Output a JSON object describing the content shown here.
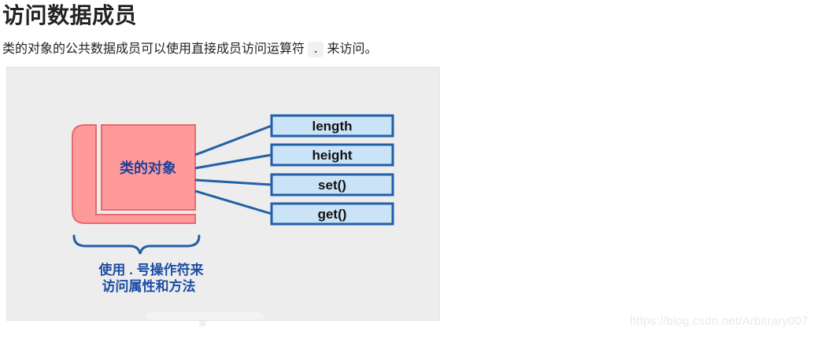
{
  "page": {
    "heading": "访问数据成员",
    "paragraph_before": "类的对象的公共数据成员可以使用直接成员访问运算符",
    "inline_code": ".",
    "paragraph_after": "来访问。"
  },
  "diagram": {
    "object_label": "类的对象",
    "members": [
      {
        "label": "length",
        "kind": "attribute"
      },
      {
        "label": "height",
        "kind": "attribute"
      },
      {
        "label": "set()",
        "kind": "method"
      },
      {
        "label": "get()",
        "kind": "method"
      }
    ],
    "caption_line1": "使用 . 号操作符来",
    "caption_line2": "访问属性和方法",
    "colors": {
      "book_fill": "#ff9a9a",
      "book_stroke": "#e8696f",
      "member_fill": "#cbe3f7",
      "member_stroke": "#2060a8",
      "connector_blue": "#2060a8",
      "text_navy": "#22409a",
      "member_text": "#111111",
      "panel_background": "#ededee"
    }
  },
  "watermark": "https://blog.csdn.net/Arbitrary007"
}
